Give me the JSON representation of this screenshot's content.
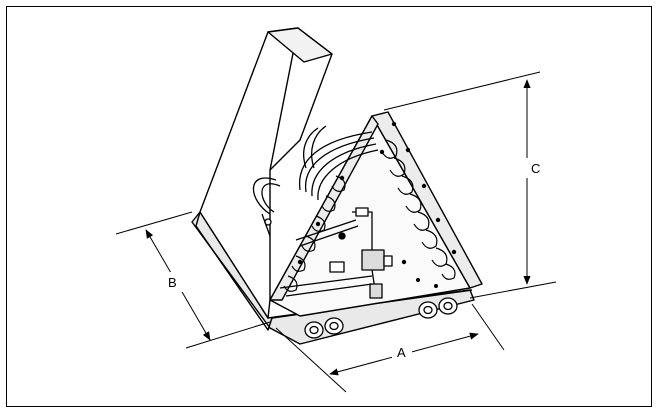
{
  "figure": {
    "labels": {
      "A": "A",
      "B": "B",
      "C": "C"
    },
    "colors": {
      "line": "#000000",
      "background": "#ffffff",
      "shade": "#d9d9d9"
    }
  }
}
